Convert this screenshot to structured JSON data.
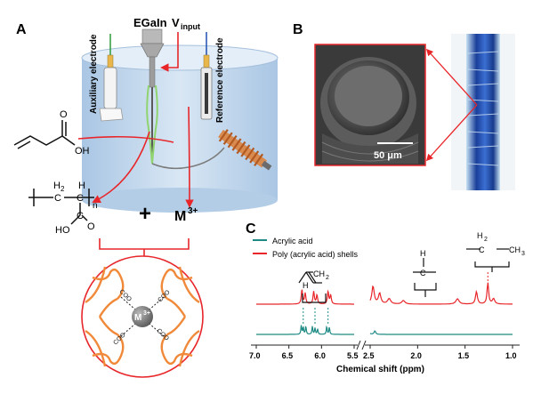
{
  "panels": {
    "A": {
      "letter": "A",
      "egain_label": "EGaIn",
      "v_label": "V",
      "v_sub": "input",
      "aux_label": "Auxiliary electrode",
      "ref_label": "Reference electrode",
      "oh_label": "OH",
      "o_label": "O",
      "polymer_h2": "H",
      "polymer_h2_sub": "2",
      "polymer_h": "H",
      "polymer_c1": "C",
      "polymer_c2": "C",
      "polymer_n": "n",
      "polymer_c3": "C",
      "polymer_ho": "HO",
      "polymer_o": "O",
      "plus": "+",
      "metal": "M",
      "metal_sup": "3+",
      "complex_center": "M",
      "complex_center_sup": "3+",
      "coo_label": "COO"
    },
    "B": {
      "letter": "B",
      "scale_bar": "50 μm"
    },
    "C": {
      "letter": "C",
      "xlabel": "Chemical shift (ppm)",
      "legend": [
        "Acrylic acid",
        "Poly (acrylic acid) shells"
      ],
      "ticks": [
        "7.0",
        "6.5",
        "6.0",
        "5.5",
        "2.5",
        "2.0",
        "1.5",
        "1.0"
      ],
      "ann_vinyl_h": "H",
      "ann_vinyl_ch2": "CH",
      "ann_vinyl_ch2_sub": "2",
      "ann_ch_h": "H",
      "ann_ch_c": "C",
      "ann_ch2_h": "H",
      "ann_ch2_sub": "2",
      "ann_ch2_c": "C",
      "ann_ch3": "CH",
      "ann_ch3_sub": "3"
    }
  },
  "colors": {
    "red": "#e8262a",
    "teal": "#1e8a84",
    "orange": "#f08a3a",
    "beaker": "#cfe0ef",
    "blue_wire": "#1f4fb0"
  }
}
